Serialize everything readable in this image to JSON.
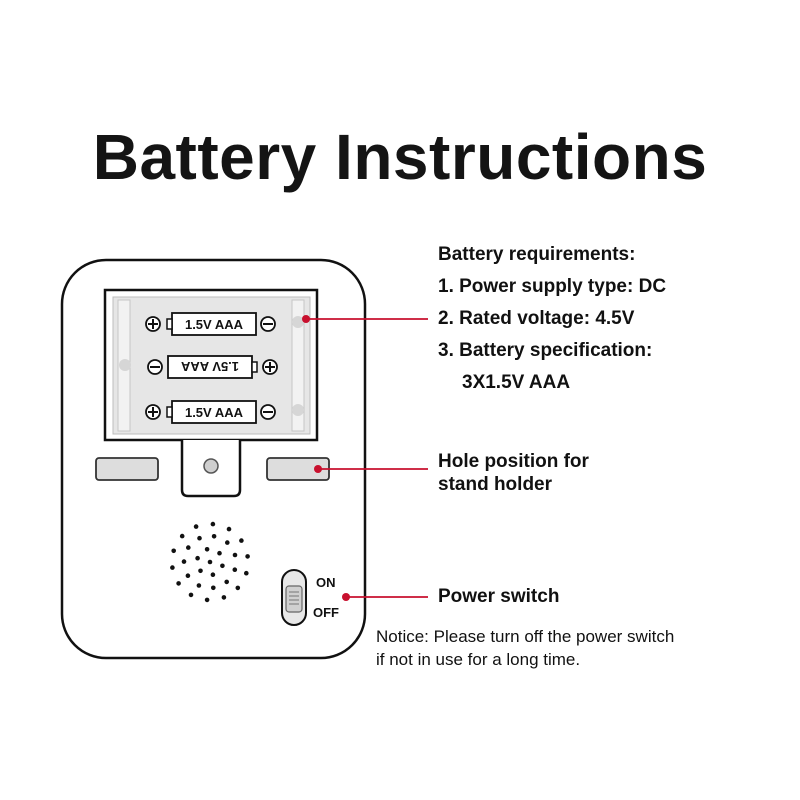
{
  "title": "Battery Instructions",
  "requirements": {
    "heading": "Battery requirements:",
    "items": [
      "1. Power supply type: DC",
      "2. Rated voltage: 4.5V",
      "3. Battery specification:",
      "3X1.5V AAA"
    ]
  },
  "device": {
    "batteries": [
      {
        "label": "1.5V AAA",
        "left_terminal": "⊕",
        "right_terminal": "⊖",
        "inverted": false
      },
      {
        "label": "1.5V AAA",
        "left_terminal": "⊖",
        "right_terminal": "⊕",
        "inverted": true
      },
      {
        "label": "1.5V AAA",
        "left_terminal": "⊕",
        "right_terminal": "⊖",
        "inverted": false
      }
    ],
    "switch_on": "ON",
    "switch_off": "OFF"
  },
  "callouts": {
    "hole_line1": "Hole position for",
    "hole_line2": "stand holder",
    "power_switch": "Power switch"
  },
  "notice": {
    "line1": "Notice: Please turn off the power switch",
    "line2": "if not in use for a long time."
  },
  "colors": {
    "callout_line": "#c8102e",
    "outline": "#111111",
    "compartment_fill": "#e6e6e6",
    "pad_fill": "#dddddd"
  }
}
